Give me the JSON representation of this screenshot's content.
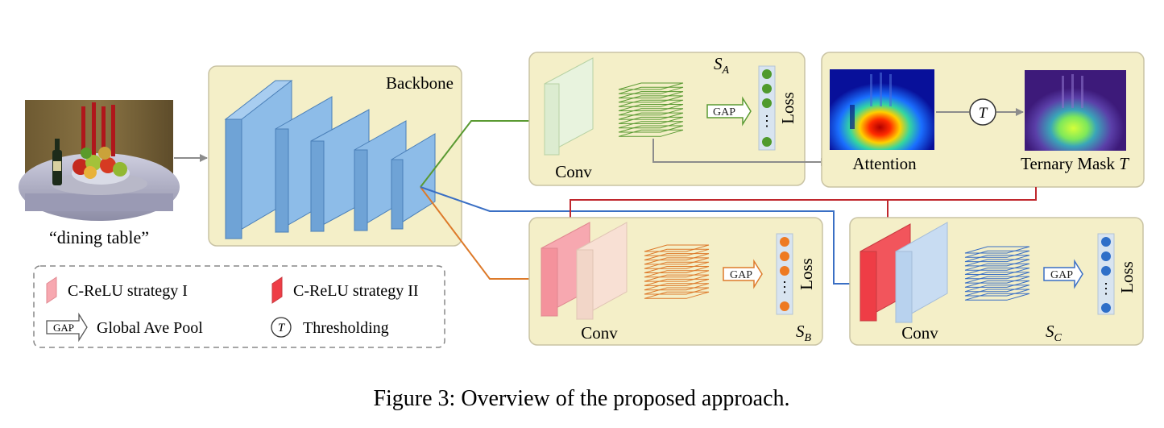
{
  "input": {
    "caption": "“dining table”"
  },
  "backbone": {
    "label": "Backbone"
  },
  "branch_a": {
    "name": "S",
    "sub": "A",
    "conv_label": "Conv",
    "gap_label": "GAP",
    "loss_label": "Loss",
    "dots": "⋮"
  },
  "branch_b": {
    "name": "S",
    "sub": "B",
    "conv_label": "Conv",
    "gap_label": "GAP",
    "loss_label": "Loss",
    "dots": "⋮"
  },
  "branch_c": {
    "name": "S",
    "sub": "C",
    "conv_label": "Conv",
    "gap_label": "GAP",
    "loss_label": "Loss",
    "dots": "⋮"
  },
  "attention": {
    "attention_label": "Attention",
    "mask_label": "Ternary Mask ",
    "mask_symbol": "T",
    "threshold_symbol": "T"
  },
  "legend": {
    "crelu1": "C-ReLU strategy I",
    "crelu2": "C-ReLU strategy II",
    "gap_icon": "GAP",
    "gap_text": "Global Ave Pool",
    "thresh_icon": "T",
    "thresh_text": "Thresholding"
  },
  "caption": "Figure 3: Overview of the proposed approach.",
  "colors": {
    "panel": "#f4efc8",
    "panel_border": "#c9c3a4",
    "green": "#5a9a32",
    "orange": "#dd7a2a",
    "blue": "#3a6fc4",
    "red": "#c0272d",
    "gray": "#8c8c8c"
  }
}
